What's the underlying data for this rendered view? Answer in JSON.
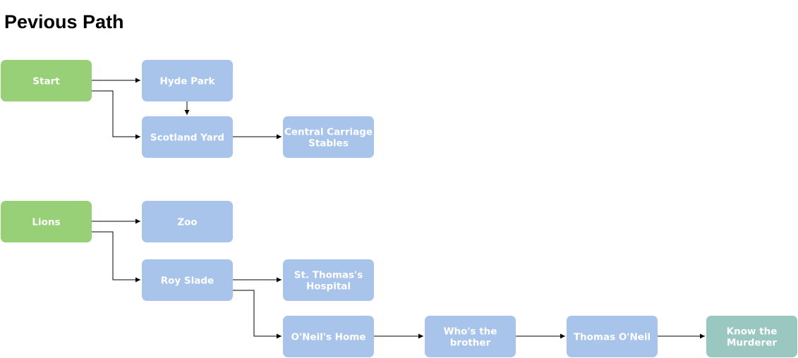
{
  "page": {
    "title": "Pevious Path"
  },
  "colors": {
    "start_node": "#97d077",
    "path_node": "#a9c4eb",
    "goal_node": "#9ac7bf",
    "edge": "#000000",
    "text": "#ffffff"
  },
  "nodes": [
    {
      "id": "start",
      "lines": [
        "Start"
      ],
      "kind": "start_node"
    },
    {
      "id": "hyde-park",
      "lines": [
        "Hyde Park"
      ],
      "kind": "path_node"
    },
    {
      "id": "scotland-yard",
      "lines": [
        "Scotland Yard"
      ],
      "kind": "path_node"
    },
    {
      "id": "central-carriage-stables",
      "lines": [
        "Central Carriage",
        "Stables"
      ],
      "kind": "path_node"
    },
    {
      "id": "lions",
      "lines": [
        "Lions"
      ],
      "kind": "start_node"
    },
    {
      "id": "zoo",
      "lines": [
        "Zoo"
      ],
      "kind": "path_node"
    },
    {
      "id": "roy-slade",
      "lines": [
        "Roy Slade"
      ],
      "kind": "path_node"
    },
    {
      "id": "st-thomass-hospital",
      "lines": [
        "St. Thomas's",
        "Hospital"
      ],
      "kind": "path_node"
    },
    {
      "id": "oneils-home",
      "lines": [
        "O'Neil's Home"
      ],
      "kind": "path_node"
    },
    {
      "id": "whos-the-brother",
      "lines": [
        "Who's the",
        "brother"
      ],
      "kind": "path_node"
    },
    {
      "id": "thomas-oneil",
      "lines": [
        "Thomas O'Neil"
      ],
      "kind": "path_node"
    },
    {
      "id": "know-the-murderer",
      "lines": [
        "Know the",
        "Murderer"
      ],
      "kind": "goal_node"
    }
  ],
  "edges": [
    {
      "from": "start",
      "to": "hyde-park"
    },
    {
      "from": "start",
      "to": "scotland-yard"
    },
    {
      "from": "hyde-park",
      "to": "scotland-yard"
    },
    {
      "from": "scotland-yard",
      "to": "central-carriage-stables"
    },
    {
      "from": "lions",
      "to": "zoo"
    },
    {
      "from": "lions",
      "to": "roy-slade"
    },
    {
      "from": "roy-slade",
      "to": "st-thomass-hospital"
    },
    {
      "from": "roy-slade",
      "to": "oneils-home"
    },
    {
      "from": "oneils-home",
      "to": "whos-the-brother"
    },
    {
      "from": "whos-the-brother",
      "to": "thomas-oneil"
    },
    {
      "from": "thomas-oneil",
      "to": "know-the-murderer"
    }
  ]
}
